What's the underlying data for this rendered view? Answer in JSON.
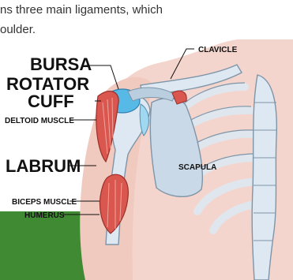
{
  "intro": {
    "line1": "ns three main ligaments, which",
    "line2": "oulder."
  },
  "labels": {
    "clavicle": "CLAVICLE",
    "bursa": "BURSA",
    "rotator_line1": "ROTATOR",
    "rotator_line2": "CUFF",
    "deltoid": "DELTOID MUSCLE",
    "labrum": "LABRUM",
    "scapula": "SCAPULA",
    "biceps": "BICEPS MUSCLE",
    "humerus": "HUMERUS"
  },
  "colors": {
    "background": "#ffffff",
    "skin": "#f4d5cd",
    "green_floor": "#3f8a32",
    "bone": "#dde8f2",
    "bone_outline": "#7e95a8",
    "muscle": "#d9574f",
    "bursa": "#56b9e6",
    "cartilage": "#9fd8f0",
    "label_text": "#111111"
  }
}
